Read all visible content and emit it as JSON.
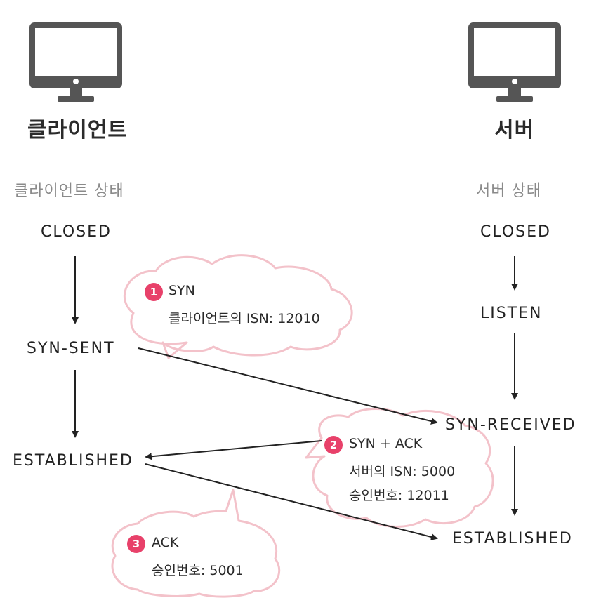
{
  "client": {
    "title": "클라이언트",
    "status_label": "클라이언트 상태"
  },
  "server": {
    "title": "서버",
    "status_label": "서버 상태"
  },
  "client_states": {
    "closed": "CLOSED",
    "syn_sent": "SYN-SENT",
    "established": "ESTABLISHED"
  },
  "server_states": {
    "closed": "CLOSED",
    "listen": "LISTEN",
    "syn_received": "SYN-RECEIVED",
    "established": "ESTABLISHED"
  },
  "messages": {
    "m1": {
      "number": "1",
      "line1": "SYN",
      "line2": "클라이언트의 ISN: 12010"
    },
    "m2": {
      "number": "2",
      "line1": "SYN + ACK",
      "line2": "서버의 ISN: 5000",
      "line3": "승인번호: 12011"
    },
    "m3": {
      "number": "3",
      "line1": "ACK",
      "line2": "승인번호: 5001"
    }
  },
  "colors": {
    "accent": "#e8416a",
    "bubble_stroke": "#f3c2ca",
    "monitor": "#555555",
    "status_text": "#8a8a8a"
  },
  "icons": {
    "client": "monitor-icon",
    "server": "monitor-icon"
  }
}
